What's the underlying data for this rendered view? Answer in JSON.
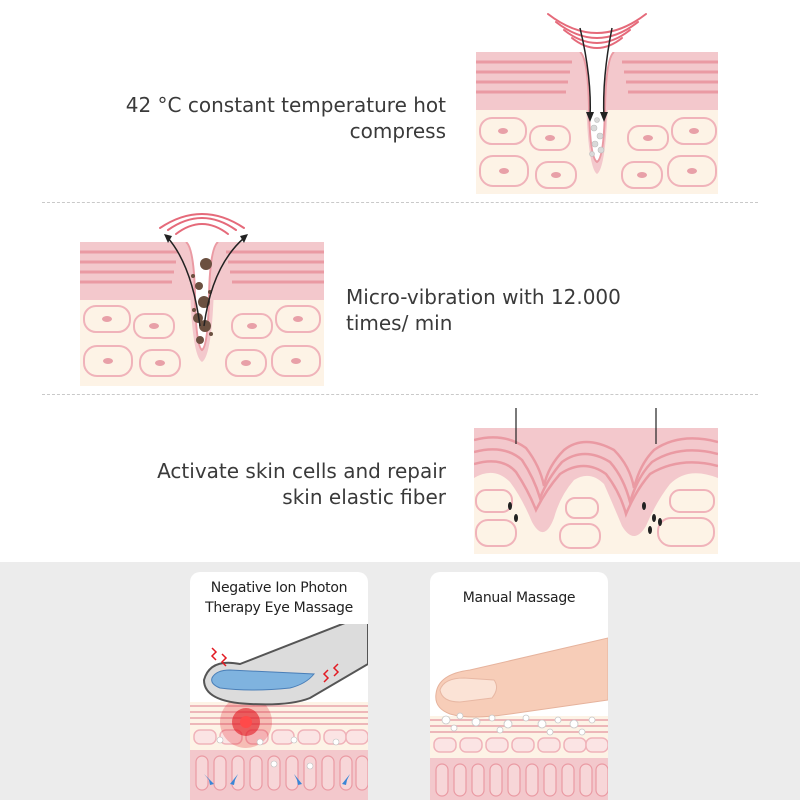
{
  "features": [
    {
      "line1": "42 °C constant temperature hot",
      "line2": "compress"
    },
    {
      "line1": "Micro-vibration with 12.000",
      "line2": "times/ min"
    },
    {
      "line1": "Activate skin cells and repair",
      "line2": "skin elastic fiber"
    }
  ],
  "cards": [
    {
      "line1": "Negative Ion Photon",
      "line2": "Therapy Eye Massage"
    },
    {
      "line1": "Manual Massage"
    }
  ],
  "colors": {
    "skin_pink": "#f2c9cc",
    "skin_stripe": "#e8a3aa",
    "cell_fill": "#fdf3e6",
    "cell_outline": "#f0b9be",
    "red_light": "#e21b23",
    "arrow_blue": "#3a86d6"
  }
}
